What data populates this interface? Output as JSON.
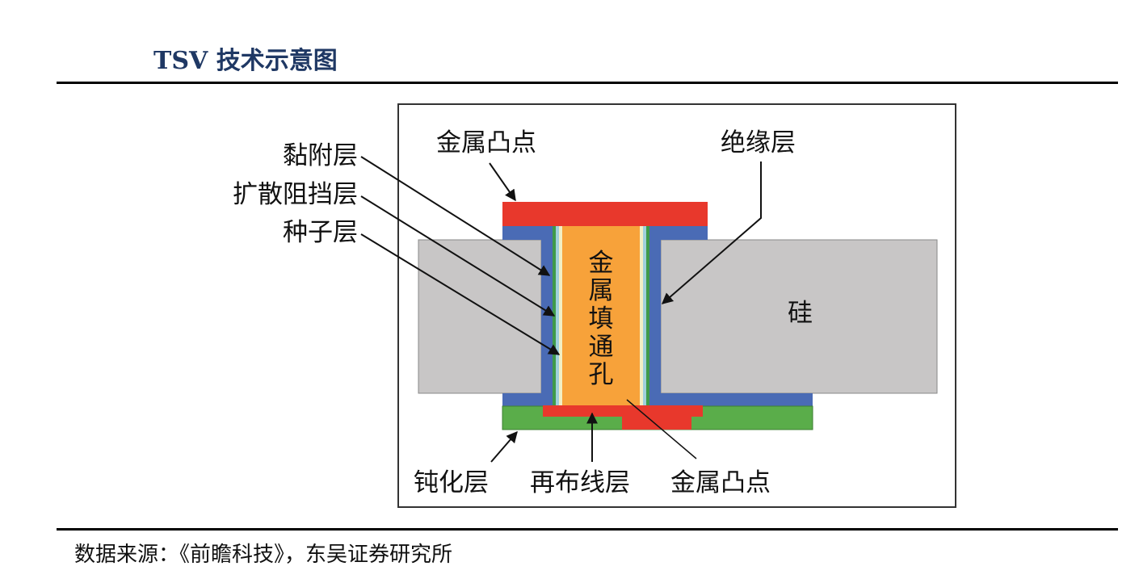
{
  "title": "TSV 技术示意图",
  "source": "数据来源：《前瞻科技》，东吴证券研究所",
  "diagram": {
    "labels": {
      "bump_top": "金属凸点",
      "insulation": "绝缘层",
      "adhesion": "黏附层",
      "diffusion_barrier": "扩散阻挡层",
      "seed": "种子层",
      "fill_chars": [
        "金",
        "属",
        "填",
        "通",
        "孔"
      ],
      "silicon": "硅",
      "passivation": "钝化层",
      "redistribution": "再布线层",
      "bump_bottom": "金属凸点"
    },
    "colors": {
      "metal_bump": "#e8382c",
      "insulation": "#4a6bb5",
      "metal_fill": "#f7a23a",
      "silicon": "#c8c6c6",
      "passivation": "#5aad4a",
      "seed_layer": "#f2efc4",
      "barrier_layer": "#9fd0dc",
      "adhesion_layer": "#3f9a4a",
      "frame": "#333333"
    }
  }
}
